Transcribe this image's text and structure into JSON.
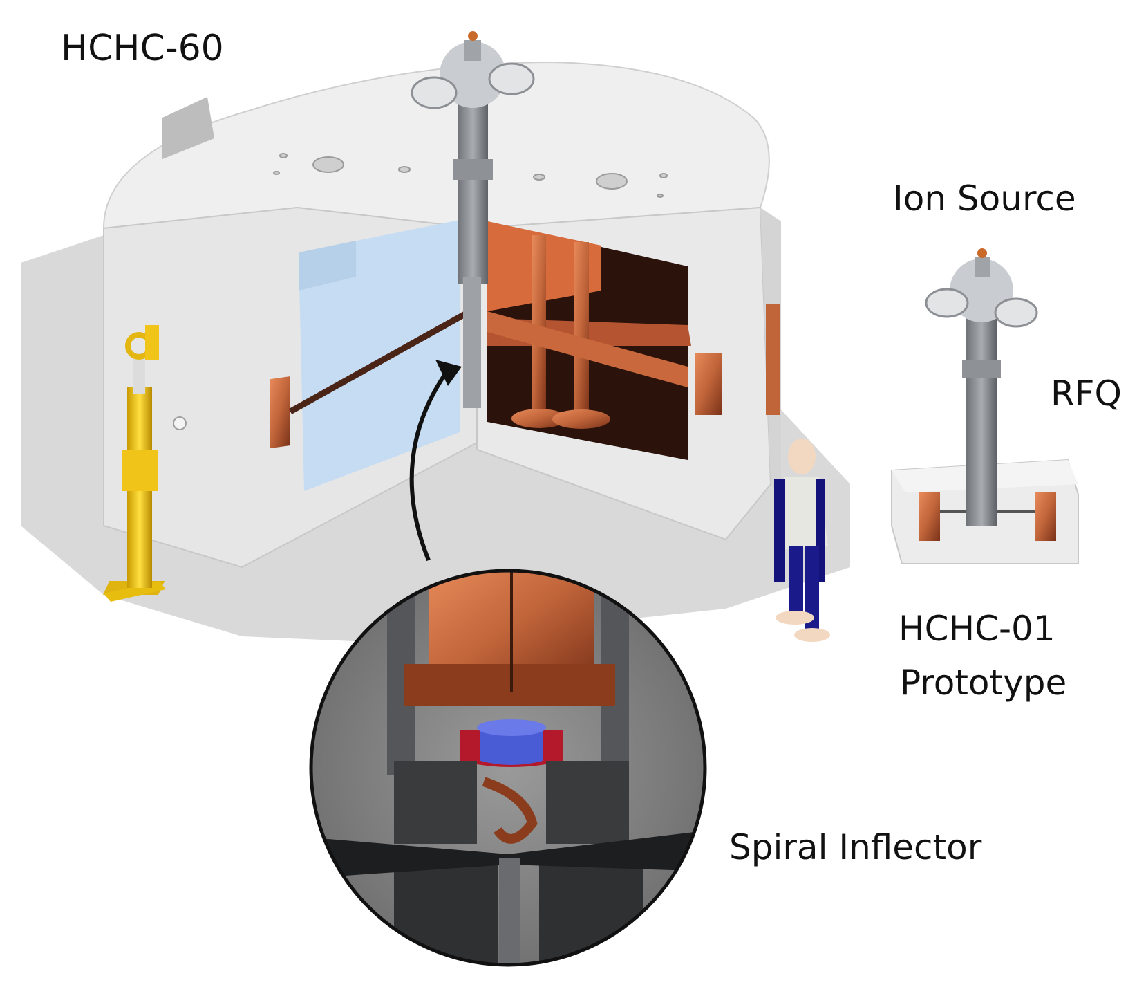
{
  "labels": {
    "main_cyclotron": "HCHC-60",
    "ion_source": "Ion Source",
    "rfq": "RFQ",
    "prototype_line1": "HCHC-01",
    "prototype_line2": "Prototype",
    "spiral_inflector": "Spiral Inflector"
  },
  "colors": {
    "yoke": "#ececec",
    "yoke_shadow": "#d6d6d6",
    "dee_copper": "#b25a33",
    "dee_copper_light": "#e07a4a",
    "vacuum_blue": "#c5dcf3",
    "hydraulic_jack": "#f2c81a",
    "ion_source_steel": "#8c8f94",
    "inflector_blue": "#4a5bd6",
    "inflector_red": "#b3192a",
    "inset_dark": "#3a3b3d"
  },
  "icons": [
    "hydraulic-jack-icon",
    "person-figure-icon",
    "zoom-arrow-icon"
  ]
}
